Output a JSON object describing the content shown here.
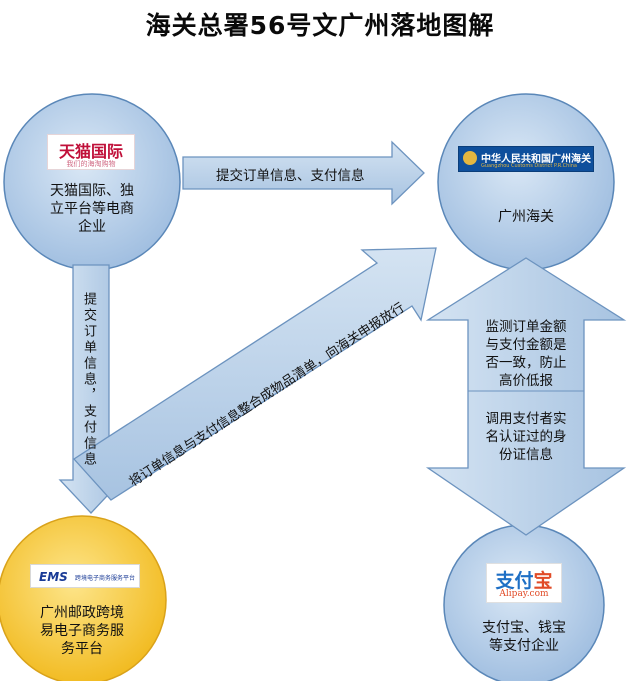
{
  "title": "海关总署56号文广州落地图解",
  "nodes": {
    "tmall": {
      "logo_main": "天猫国际",
      "logo_sub": "我们的海淘购物",
      "label_lines": [
        "天猫国际、独",
        "立平台等电商",
        "企业"
      ]
    },
    "customs": {
      "logo_main": "中华人民共和国广州海关",
      "logo_sub": "Guangzhou Customs District P.R.China",
      "label": "广州海关"
    },
    "ems": {
      "logo_main": "EMS",
      "logo_sub": "跨境电子商务服务平台",
      "label_lines": [
        "广州邮政跨境",
        "易电子商务服",
        "务平台"
      ]
    },
    "alipay": {
      "logo_main_a": "支付",
      "logo_main_b": "宝",
      "logo_sub": "Alipay.com",
      "label_lines": [
        "支付宝、钱宝",
        "等支付企业"
      ]
    }
  },
  "arrows": {
    "tmall_to_customs": "提交订单信息、支付信息",
    "tmall_to_ems": "提交订单信息，支付信息",
    "ems_to_customs": "将订单信息与支付信息整合成物品清单，向海关申报放行",
    "alipay_to_customs_lines": [
      "监测订单金额",
      "与支付金额是",
      "否一致，防止",
      "高价低报"
    ],
    "customs_to_alipay_lines": [
      "调用支付者实",
      "名认证过的身",
      "份证信息"
    ]
  },
  "colors": {
    "circle_fill": "#b7cfe8",
    "circle_stroke": "#4e7cae",
    "ems_circle_fill": "#f6cc34",
    "arrow_fill": "#b7cfe8",
    "arrow_stroke": "#5f8ab8"
  }
}
